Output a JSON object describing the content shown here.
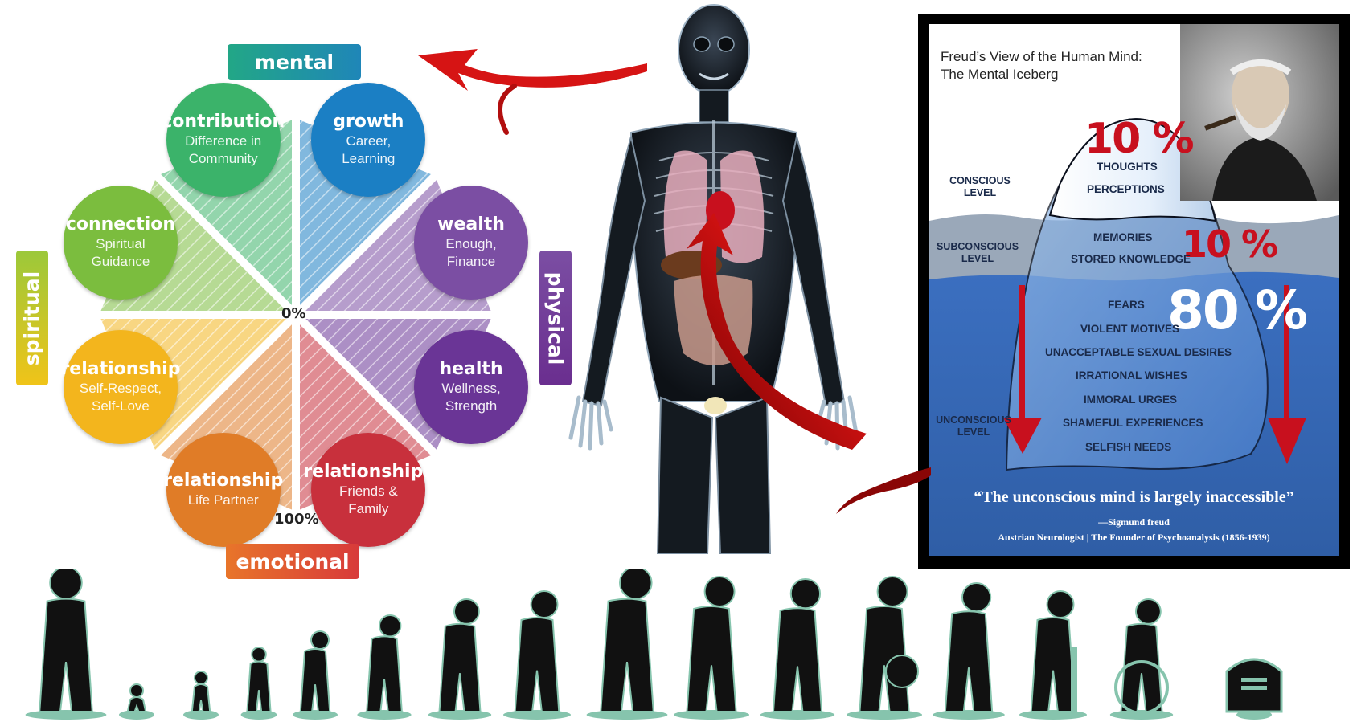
{
  "wheel": {
    "dimensions": {
      "mental": "mental",
      "physical": "physical",
      "emotional": "emotional",
      "spiritual": "spiritual"
    },
    "center_label": "0%",
    "outer_label": "100%",
    "petals": [
      {
        "title": "contribution",
        "subtitle": "Difference in Community",
        "color": "#3bb36a"
      },
      {
        "title": "growth",
        "subtitle": "Career, Learning",
        "color": "#1b7fc4"
      },
      {
        "title": "wealth",
        "subtitle": "Enough, Finance",
        "color": "#7b4ea3"
      },
      {
        "title": "health",
        "subtitle": "Wellness, Strength",
        "color": "#6a3596"
      },
      {
        "title": "relationships",
        "subtitle": "Friends & Family",
        "color": "#c8303c"
      },
      {
        "title": "relationship",
        "subtitle": "Life Partner",
        "color": "#e07c27"
      },
      {
        "title": "relationship",
        "subtitle": "Self-Respect, Self-Love",
        "color": "#f3b51d"
      },
      {
        "title": "connection",
        "subtitle": "Spiritual Guidance",
        "color": "#7bbd3e"
      }
    ],
    "tag_colors": {
      "mental": "#1f9e8f",
      "physical": "#7a3b9c",
      "emotional": "#e0512a",
      "spiritual": "#8cc63f"
    }
  },
  "freud": {
    "title_line1": "Freud’s View of the Human Mind:",
    "title_line2": "The Mental Iceberg",
    "conscious_pct": "10 %",
    "subconscious_pct": "10 %",
    "unconscious_pct": "80 %",
    "levels": {
      "conscious": "CONSCIOUS LEVEL",
      "subconscious": "SUBCONSCIOUS LEVEL",
      "unconscious": "UNCONSCIOUS LEVEL"
    },
    "conscious_items": [
      "THOUGHTS",
      "PERCEPTIONS"
    ],
    "subconscious_items": [
      "MEMORIES",
      "STORED KNOWLEDGE"
    ],
    "unconscious_items": [
      "FEARS",
      "VIOLENT MOTIVES",
      "UNACCEPTABLE SEXUAL DESIRES",
      "IRRATIONAL WISHES",
      "IMMORAL URGES",
      "SHAMEFUL EXPERIENCES",
      "SELFISH NEEDS"
    ],
    "quote": "“The unconscious mind is largely inaccessible”",
    "attribution": "—Sigmund freud",
    "caption": "Austrian  Neurologist | The Founder of Psychoanalysis (1856-1939)"
  },
  "lifecycle": {
    "stages": [
      "pregnancy",
      "newborn",
      "crawling-baby",
      "toddler",
      "child",
      "running-child",
      "student",
      "teen-with-bag",
      "graduate",
      "worker",
      "businessman",
      "money-bag-carrier",
      "hiker",
      "elder-with-cane",
      "wheelchair",
      "gravestone"
    ],
    "fill_color": "#111111",
    "accent_color": "#86c4ad"
  }
}
